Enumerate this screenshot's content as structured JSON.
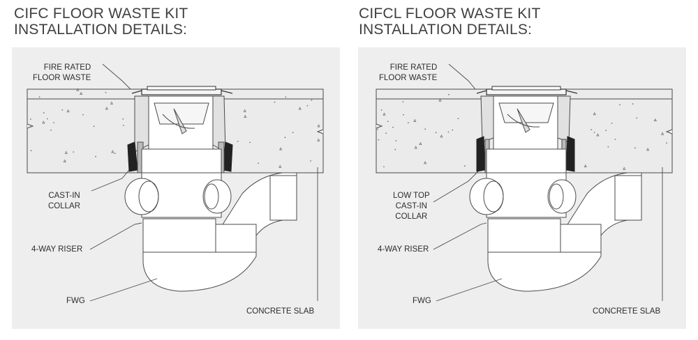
{
  "left": {
    "title_line1": "CIFC FLOOR WASTE KIT",
    "title_line2": "INSTALLATION DETAILS:",
    "labels": {
      "floor_waste_1": "FIRE RATED",
      "floor_waste_2": "FLOOR WASTE",
      "collar_1": "CAST-IN",
      "collar_2": "COLLAR",
      "riser": "4-WAY RISER",
      "fwg": "FWG",
      "slab": "CONCRETE SLAB"
    }
  },
  "right": {
    "title_line1": "CIFCL FLOOR WASTE KIT",
    "title_line2": "INSTALLATION DETAILS:",
    "labels": {
      "floor_waste_1": "FIRE RATED",
      "floor_waste_2": "FLOOR WASTE",
      "collar_1": "LOW TOP",
      "collar_2": "CAST-IN",
      "collar_3": "COLLAR",
      "riser": "4-WAY RISER",
      "fwg": "FWG",
      "slab": "CONCRETE SLAB"
    }
  },
  "colors": {
    "panel_bg": "#eeeeee",
    "line": "#4a4a4a",
    "pipe_fill": "#ffffff",
    "collar_dark": "#222222"
  }
}
